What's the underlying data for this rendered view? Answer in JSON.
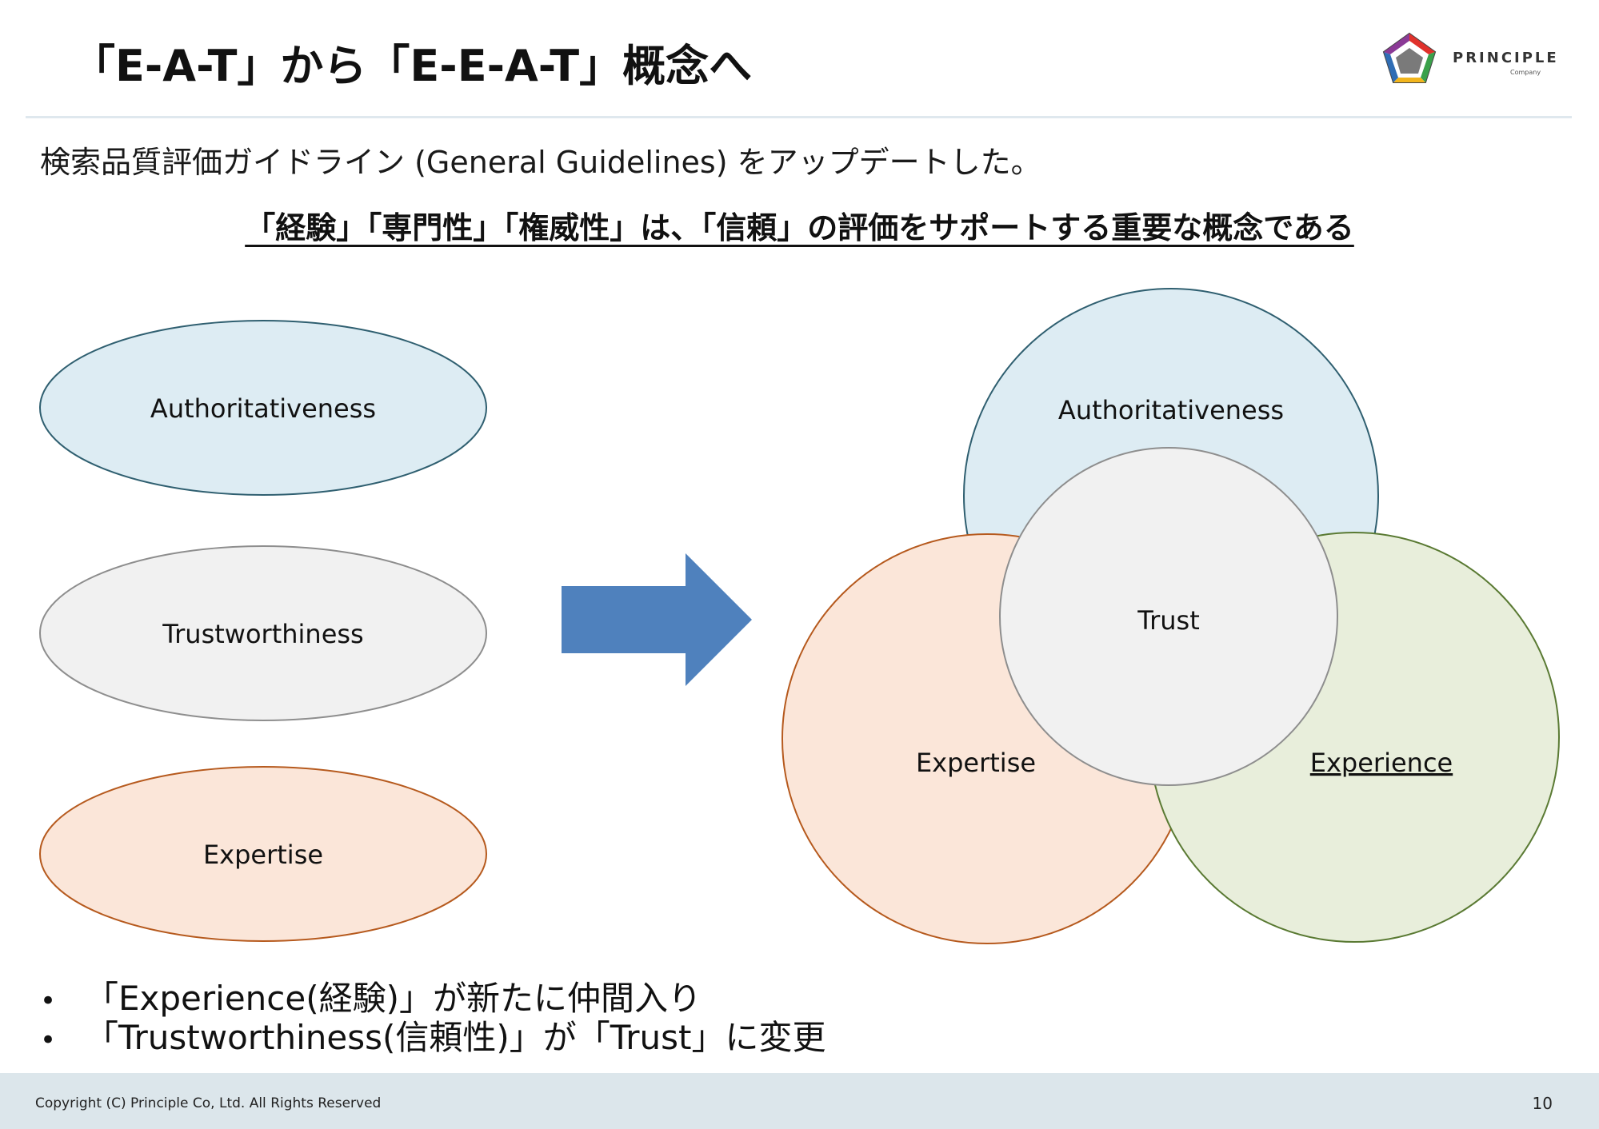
{
  "slide": {
    "title": "「E-A-T」から「E-E-A-T」概念へ",
    "intro": "検索品質評価ガイドライン (General Guidelines) をアップデートした。",
    "headline": "「経験」「専門性」「権威性」は、「信頼」の評価をサポートする重要な概念である"
  },
  "logo": {
    "name": "PRINCIPLE",
    "sub": "Company"
  },
  "before": {
    "ellipses": [
      {
        "label": "Authoritativeness",
        "fill": "#ddecf3",
        "stroke": "#2f5f70"
      },
      {
        "label": "Trustworthiness",
        "fill": "#f1f1f1",
        "stroke": "#8e8e8e"
      },
      {
        "label": "Expertise",
        "fill": "#fbe6d9",
        "stroke": "#b65a1e"
      }
    ]
  },
  "arrow": {
    "color": "#4f81bd"
  },
  "after": {
    "circles": [
      {
        "label": "Authoritativeness",
        "fill": "#ddecf3",
        "stroke": "#2f5f70"
      },
      {
        "label": "Expertise",
        "fill": "#fbe6d9",
        "stroke": "#b65a1e"
      },
      {
        "label": "Experience",
        "fill": "#e8eedb",
        "stroke": "#5a7a33"
      },
      {
        "label": "Trust",
        "fill": "#f1f1f1",
        "stroke": "#8e8e8e"
      }
    ]
  },
  "bullets": [
    "「Experience(経験)」が新たに仲間入り",
    "「Trustworthiness(信頼性)」が「Trust」に変更"
  ],
  "bullet_marker": "•",
  "footer": {
    "copyright": "Copyright (C) Principle Co, Ltd. All Rights Reserved",
    "page": "10"
  }
}
